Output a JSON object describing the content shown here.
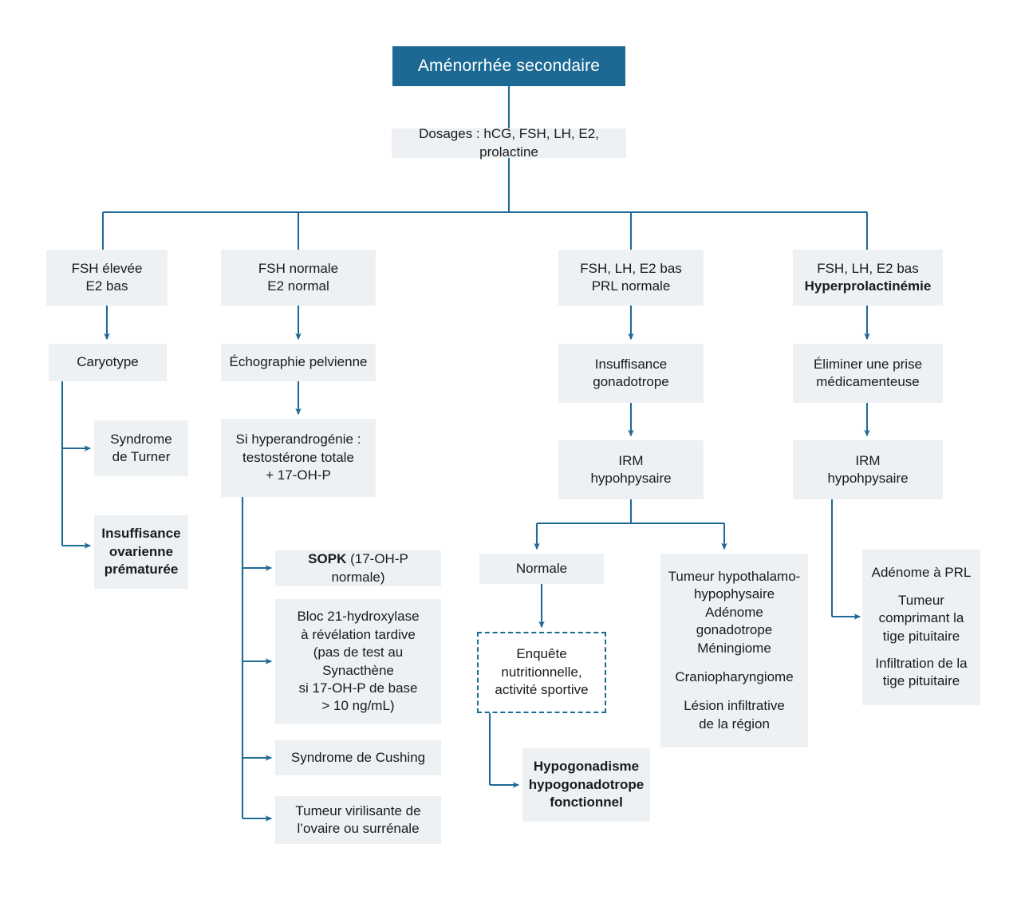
{
  "diagram": {
    "title": "Aménorrhée secondaire",
    "language": "fr",
    "colors": {
      "header_fill": "#1c6a94",
      "header_text": "#ffffff",
      "node_fill": "#edf1f4",
      "node_text": "#1a1a1a",
      "connector": "#1f6a96",
      "dashed_border": "#1c6a94",
      "background": "#ffffff"
    }
  },
  "nodes": {
    "root": "Aménorrhée secondaire",
    "workup": "Dosages : hCG, FSH, LH, E2, prolactine",
    "branch1": {
      "line1": "FSH élevée",
      "line2": "E2 bas"
    },
    "branch2": {
      "line1": "FSH normale",
      "line2": "E2 normal"
    },
    "branch3": {
      "line1": "FSH, LH, E2 bas",
      "line2": "PRL normale"
    },
    "branch4": {
      "line1": "FSH, LH, E2 bas",
      "line2": "Hyperprolactinémie"
    },
    "caryotype": "Caryotype",
    "turner": {
      "line1": "Syndrome",
      "line2": "de Turner"
    },
    "iop": {
      "line1": "Insuffisance",
      "line2": "ovarienne",
      "line3": "prématurée"
    },
    "echo": "Échographie pelvienne",
    "hyperandro": {
      "line1": "Si hyperandrogénie :",
      "line2": "testostérone totale",
      "line3": "+ 17-OH-P"
    },
    "sopk": {
      "bold": "SOPK",
      "rest": " (17-OH-P normale)"
    },
    "bloc21": {
      "line1": "Bloc 21-hydroxylase",
      "line2": "à révélation tardive",
      "line3": "(pas de test au Synacthène",
      "line4": "si 17-OH-P de base",
      "line5": "> 10 ng/mL)"
    },
    "cushing": "Syndrome de Cushing",
    "tumeur_virilisante": {
      "line1": "Tumeur virilisante de",
      "line2": "l’ovaire ou surrénale"
    },
    "insuf_gonadotrope": {
      "line1": "Insuffisance",
      "line2": "gonadotrope"
    },
    "irm_centre": {
      "line1": "IRM",
      "line2": "hypohpysaire"
    },
    "normale": "Normale",
    "enquete": {
      "line1": "Enquête",
      "line2": "nutritionnelle,",
      "line3": "activité sportive"
    },
    "hypogonadisme": {
      "line1": "Hypogonadisme",
      "line2": "hypogonadotrope",
      "line3": "fonctionnel"
    },
    "tumeurs_hh": {
      "line1": "Tumeur hypothalamo-",
      "line2": "hypophysaire",
      "line3": "Adénome gonadotrope",
      "line4": "Méningiome",
      "line5": "Craniopharyngiome",
      "line6": "Lésion infiltrative",
      "line7": "de la région"
    },
    "eliminer": {
      "line1": "Éliminer une prise",
      "line2": "médicamenteuse"
    },
    "irm_droite": {
      "line1": "IRM",
      "line2": "hypohpysaire"
    },
    "prl_liste": {
      "line1": "Adénome à PRL",
      "line2": "Tumeur",
      "line3": "comprimant la",
      "line4": "tige pituitaire",
      "line5": "Infiltration de la",
      "line6": "tige pituitaire"
    }
  }
}
